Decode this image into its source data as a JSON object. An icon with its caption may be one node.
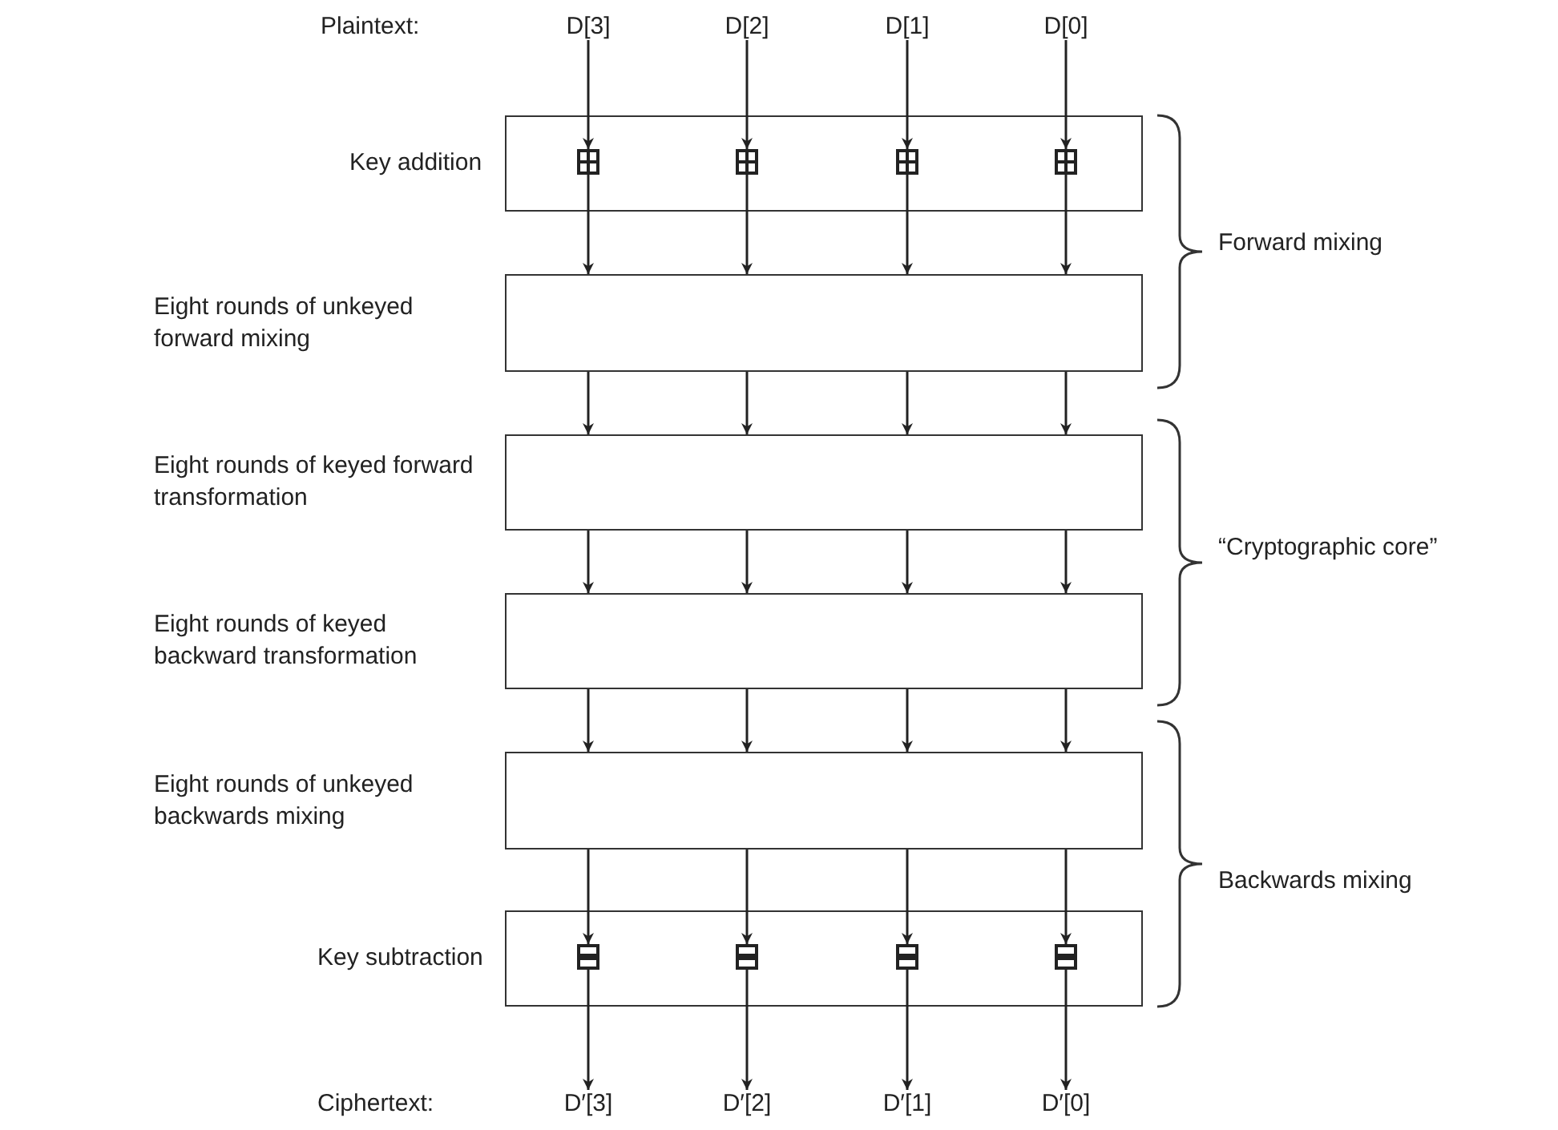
{
  "diagram": {
    "nodes": [
      {
        "text": [
          "D[3]"
        ]
      },
      {
        "text": [
          "D[2]"
        ]
      },
      {
        "text": [
          "D[1]"
        ]
      },
      {
        "text": [
          "D[0]"
        ]
      },
      {
        "text": [],
        "shape": "box",
        "beside": [
          "Key addition"
        ]
      },
      {
        "text": [],
        "shape": "box",
        "in": 4
      },
      {
        "text": [],
        "shape": "box",
        "in": 4
      },
      {
        "text": [],
        "shape": "box",
        "in": 4
      },
      {
        "text": [],
        "shape": "box",
        "in": 4
      },
      {
        "text": [],
        "shape": "box",
        "beside": [
          "Eight  rounds of unkeyed forward mixing"
        ]
      },
      {
        "text": [],
        "shape": "box",
        "beside": [
          "Eight  rounds of keyed forward transformation"
        ]
      },
      {
        "text": [],
        "shape": "box",
        "beside": [
          "Eight  rounds of keyed backward transformation"
        ]
      },
      {
        "text": [],
        "shape": "box",
        "beside": [
          "Eight  rounds of unkeyed backwards mixing"
        ]
      },
      {
        "text": [],
        "shape": "box",
        "beside": [
          "Key subtraction"
        ]
      },
      {
        "text": [],
        "shape": "box",
        "in": 13
      },
      {
        "text": [],
        "shape": "box",
        "in": 13
      },
      {
        "text": [],
        "shape": "box",
        "in": 13
      },
      {
        "text": [],
        "shape": "box",
        "in": 13
      },
      {
        "text": [
          "D′[3]"
        ]
      },
      {
        "text": [
          "D′[2]"
        ]
      },
      {
        "text": [
          "D′[1]"
        ]
      },
      {
        "text": [
          "D′[0]"
        ]
      }
    ],
    "edges": [
      {
        "from": 0,
        "to": 5,
        "arrow": "to"
      },
      {
        "from": 1,
        "to": 6,
        "arrow": "to"
      },
      {
        "from": 2,
        "to": 7,
        "arrow": "to"
      },
      {
        "from": 3,
        "to": 8,
        "arrow": "to"
      },
      {
        "from": 5,
        "to": 9,
        "arrow": "to"
      },
      {
        "from": 6,
        "to": 9,
        "arrow": "to"
      },
      {
        "from": 7,
        "to": 9,
        "arrow": "to"
      },
      {
        "from": 8,
        "to": 9,
        "arrow": "to"
      },
      {
        "from": 9,
        "to": 10,
        "arrow": "to"
      },
      {
        "from": 9,
        "to": 10,
        "arrow": "to"
      },
      {
        "from": 9,
        "to": 10,
        "arrow": "to"
      },
      {
        "from": 9,
        "to": 10,
        "arrow": "to"
      },
      {
        "from": 10,
        "to": 11,
        "arrow": "to"
      },
      {
        "from": 10,
        "to": 11,
        "arrow": "to"
      },
      {
        "from": 10,
        "to": 11,
        "arrow": "to"
      },
      {
        "from": 10,
        "to": 11,
        "arrow": "to"
      },
      {
        "from": 11,
        "to": 12,
        "arrow": "to"
      },
      {
        "from": 11,
        "to": 12,
        "arrow": "to"
      },
      {
        "from": 11,
        "to": 12,
        "arrow": "to"
      },
      {
        "from": 11,
        "to": 12,
        "arrow": "to"
      },
      {
        "from": 12,
        "to": 14,
        "arrow": "to"
      },
      {
        "from": 12,
        "to": 15,
        "arrow": "to"
      },
      {
        "from": 12,
        "to": 16,
        "arrow": "to"
      },
      {
        "from": 12,
        "to": 17,
        "arrow": "to"
      },
      {
        "from": 14,
        "to": 18,
        "arrow": "to"
      },
      {
        "from": 15,
        "to": 19,
        "arrow": "to"
      },
      {
        "from": 16,
        "to": 20,
        "arrow": "to"
      },
      {
        "from": 17,
        "to": 21,
        "arrow": "to"
      }
    ],
    "labels": [
      "Plaintext:",
      "Forward mixing",
      "“Cryptographic core”",
      "Backwards mixing",
      "Ciphertext:"
    ]
  }
}
